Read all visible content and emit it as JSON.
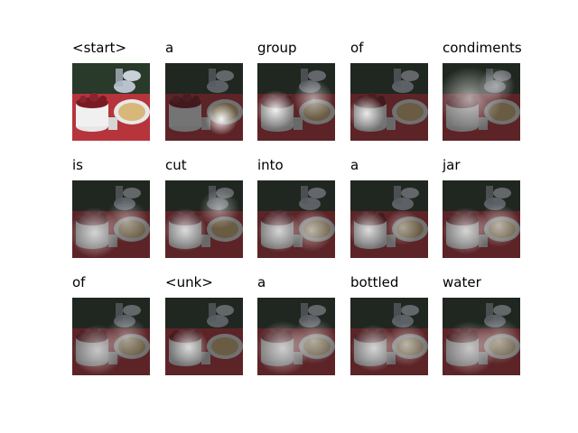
{
  "figure": {
    "words": [
      "<start>",
      "a",
      "group",
      "of",
      "condiments",
      "is",
      "cut",
      "into",
      "a",
      "jar",
      "of",
      "<unk>",
      "a",
      "bottled",
      "water"
    ],
    "first_panel": "original image",
    "other_panels": "attention heatmap overlay on the image",
    "colors": {
      "tablecloth": "#b6343b",
      "bowl": "#f0f0f0",
      "berries": "#7a1b24",
      "plates": "#c9d0d8",
      "food": "#d8b77a"
    }
  }
}
